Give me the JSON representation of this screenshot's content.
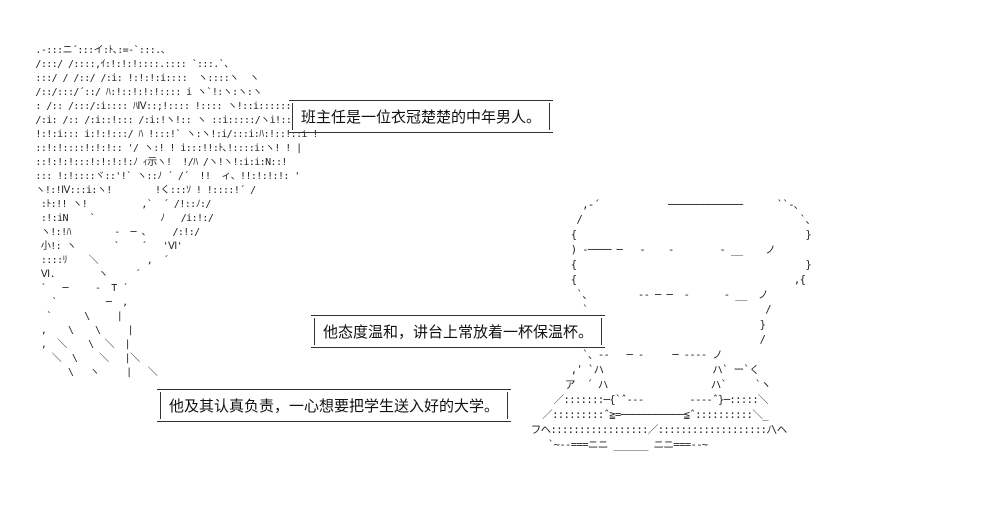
{
  "captions": [
    "班主任是一位衣冠楚楚的中年男人。",
    "他态度温和，讲台上常放着一杯保温杯。",
    "他及其认真负责，一心想要把学生送入好的大学。"
  ],
  "art": {
    "left_figure": " .-:::ニ´:::イ:ﾄ､:=-`:::.、\n /:::/ /::::,ｲ:!:!:!::::.:::: `:::.`、\n :::/ / /::/ /:i: !:!:!:i::::  ヽ::::ヽ  ヽ\n /::/:::/´::/ ﾊ:!::!:!:!:::: i ヽ`!:ヽ:ヽ:ヽ\n : /:: /:::/:i:::: ﾊⅣ::;!:::: !:::: ヽ!::i:::::::::\n /:i: /:: /:i::!::: /:i:!ヽ!:: ヽ ::i:::::/ヽi!::i::i::i\n !:!:i::: i:!:!:::/ ﾊ !:::!` ヽ:ヽ!:i/:::i:ﾊ:!::!::i !\n ::!:!::::!:!:!:: '/ ヽ:! ! i:::!!:ﾄ､!::::i:ヽ! ! |\n ::!:!:!:::!:!:!:!:ﾉ ｨ示ヽ!  !/ﾊ /ヽ!ヽ!:i:i:N::!\n ::: !:!::::ヾ::'!` ヽ::ﾉ ´ /´  !!  ィ、!!:!:!:!: '\n ヽ!:!Ⅳ:::i:ヽ!        !く:::ｿ ! !::::!´ /\n  :ﾄ:!! ヽ!          ,`  ´ /!::ﾉ:/\n  :!:iN    `            ﾉ   /i:!:/\n  ヽ!:!ﾊ        -  ─ 、    /:!:/\n  小!: ヽ       `    ´   'Ⅵ'\n  ::::ﾘ    ＼         ,  ´\n  Ⅵ.        ヽ     ´\n  `   ─     -  T ´\n    `         ─  ,\n   `      \\     |\n  ,    \\    \\     |\n  ,  ＼    \\  ＼  |\n    ＼  \\    ＼   |＼\n       \\   ヽ     |   ＼",
    "right_cup": "          ,-´            ─────────────      ``-､\n         /                                      `、\n        {                                        }\n        ) -──── ─   -    -        - __    ノ\n        {                                        }\n        {                                      ,{\n         `、        -- ─ ─  -      - __  ノ\n          `                               /\n          }                              }\n          ,                              /\n          `、--   ─ -     ─ ---- ノ\n        ,' `ハ                   ハ` ー`く\n       ア  ´ ハ                  ハ`     `ヽ\n     ／:::::::─{`ˆ---        ----ˆ}─:::::＼\n   ／:::::::::ˆ≧=───────────≦ˆ::::::::::＼_\n フヘ:::::::::::::::::／:::::::::::::::::::ﾉ\\ヘ\n    `~--===ニニ ______ ニニ===--~"
  }
}
